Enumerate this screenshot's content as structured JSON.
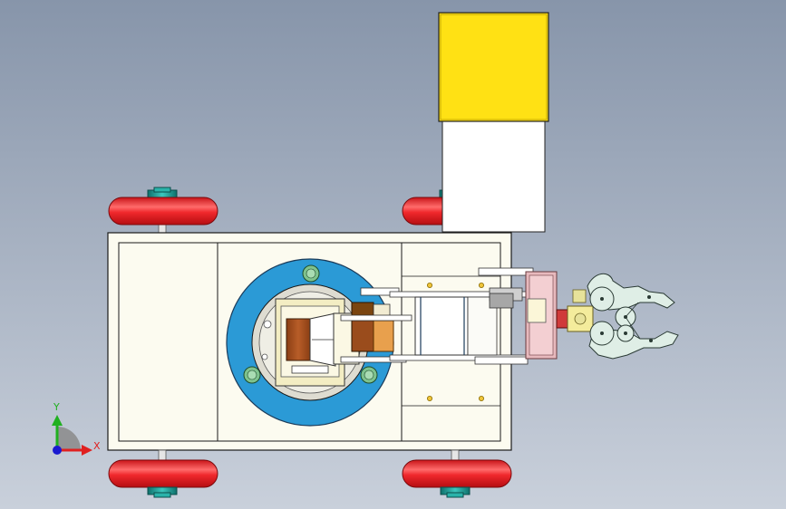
{
  "viewport": {
    "background_top": "#8795aa",
    "background_bottom": "#c9d0db"
  },
  "model": {
    "parts": [
      "chassis-plate",
      "wheel",
      "wheel-hub",
      "turntable-ring",
      "turntable-bolt",
      "arm-link",
      "servo-block",
      "gripper-claw",
      "gear",
      "sensor-box",
      "sensor-mast"
    ],
    "colors": {
      "plate": "#fcfbf0",
      "plate_outline": "#1a1a1a",
      "wheel": "#e8262a",
      "wheel_highlight": "#ff7a7a",
      "hub": "#1aa39a",
      "ring": "#2b9ad6",
      "bolt": "#7fc28d",
      "servo_brown": "#9a4c1c",
      "servo_orange": "#e8a04d",
      "servo_dark": "#7a4510",
      "bracket_pink": "#e7b9bd",
      "gripper": "#dfeee6",
      "gear_gold": "#e7e29a",
      "motor_red": "#d03a3a",
      "sensor_box": "#ffe114",
      "mast": "#ffffff"
    }
  },
  "triad": {
    "x_label": "X",
    "y_label": "Y",
    "x_color": "#e02020",
    "y_color": "#20b020",
    "origin_color": "#1a1ad0",
    "arc_color": "#8a8a8a"
  }
}
